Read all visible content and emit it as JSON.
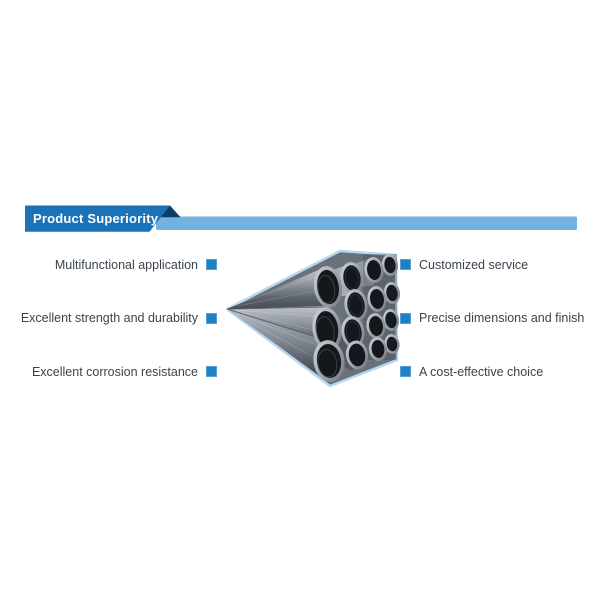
{
  "page": {
    "background_color": "#ffffff"
  },
  "header": {
    "title": "Product Superiority",
    "colors": {
      "ribbon": "#1a73b8",
      "fold": "#0d3e66",
      "bar": "#73b2de",
      "title_text": "#ffffff"
    }
  },
  "features": {
    "bullet_color": "#1e81c6",
    "text_color": "#3a434d",
    "left": [
      {
        "label": "Multifunctional application"
      },
      {
        "label": "Excellent strength and durability"
      },
      {
        "label": "Excellent corrosion resistance"
      }
    ],
    "right": [
      {
        "label": "Customized service"
      },
      {
        "label": "Precise dimensions and finish"
      },
      {
        "label": "A cost-effective choice"
      }
    ]
  },
  "illustration": {
    "icon_name": "spiral-steel-pipes-image"
  }
}
